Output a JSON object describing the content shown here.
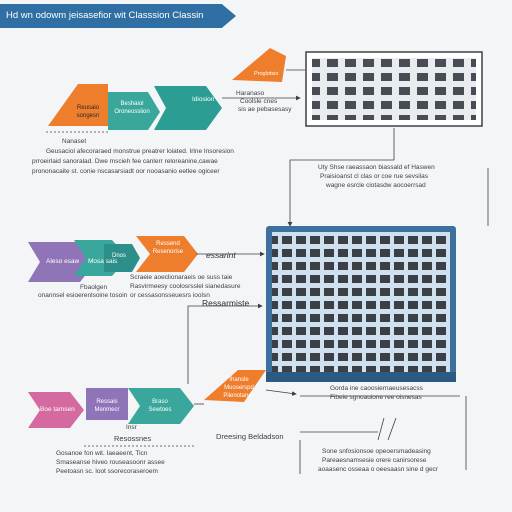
{
  "header": {
    "title": "Hd wn odowm jeisasefior wit Classsion Classin"
  },
  "stage_top": {
    "orange": "Reusaio songesn",
    "teal": "Beshaiol Oroneosslion",
    "teal2": "Idiosion",
    "caption": "Nanaset",
    "body": [
      "Geusaciol afecoraraed monstrue preatrer loiated. Irlne Insoresion",
      "prroeirlaid sanoralad. Dwe mscieh fee canlerr reloreanine,cawae",
      "prononacaite st. conie nscasarsiadt oor nooasanio eetlee ogiceer"
    ]
  },
  "stage_top_right": {
    "orange": "Proglotsio",
    "side_note": [
      "Haranaso",
      "Coolsle cnes",
      "sis ae pebasesasy"
    ]
  },
  "grid_top_note": [
    "Uty Shse raeassaon biassald ef Haswen",
    "Praisioanst cl clas or coe rue sevsilas",
    "wagne esrcle ciotasdw aocoerrsad"
  ],
  "stage_mid": {
    "purple": "Aleso esaw",
    "teal": "Mosa sais",
    "teal_label": "Dnos",
    "orange": "Ressend Resenorise",
    "side_label": "essarint",
    "caption": "Fbaolgen",
    "body": [
      "Scraeie aoeclionaraeis oe suss taie",
      "Rasvirmeesy coolosrsslel sianedasure",
      "or cessasonsseuesrs ioolsn"
    ],
    "left_note": "onannsel esioerenlsoine tosoin"
  },
  "results_label": "Ressarmiste",
  "grid_bottom_note": [
    "Gorda ine caoosiernaeusesacss",
    "Fibeie sgnoauione ree oisnesas"
  ],
  "stage_bottom": {
    "pink": "Boe tamsen",
    "purple": "Ressais Menmecr",
    "teal": "Braso Sewtoes",
    "orange": "Ihansle Muoserspd Pilenotanes",
    "caption_top": "Insr",
    "caption": "Resossnes",
    "body": [
      "Gosanoe fon wit. Iaeaeent, Ticn",
      "Smaseanse hiveo rouseasoonr assee",
      "Peetoasn sc. loot ssorecoraseroem"
    ],
    "right_caption": "Dreesing Beldadson",
    "right_body": [
      "Sone snfosionsoe opeoersmadeasing",
      "Pareaesnamsesie orere canirsorese",
      "aoaasenc osseaa o oeesaasn sine d gecr"
    ]
  },
  "colors": {
    "banner": "#2f6fa3",
    "orange": "#ee7d2c",
    "teal": "#3aa79c",
    "teal_dark": "#2c8f8a",
    "purple": "#8f74b8",
    "pink": "#d46aa0",
    "blue_frame": "#3d6f9f",
    "line": "#3b4048"
  }
}
